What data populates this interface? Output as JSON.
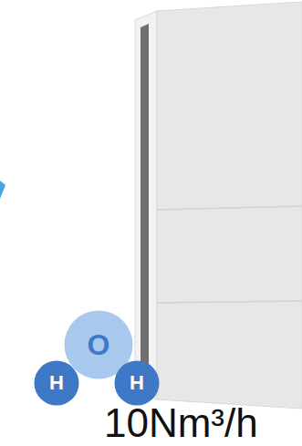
{
  "diagram": {
    "nodes": [
      {
        "text": [
          "O"
        ]
      },
      {
        "text": [
          "H"
        ]
      },
      {
        "text": [
          "H"
        ]
      }
    ],
    "labels": [
      "10Nm³/h"
    ]
  }
}
